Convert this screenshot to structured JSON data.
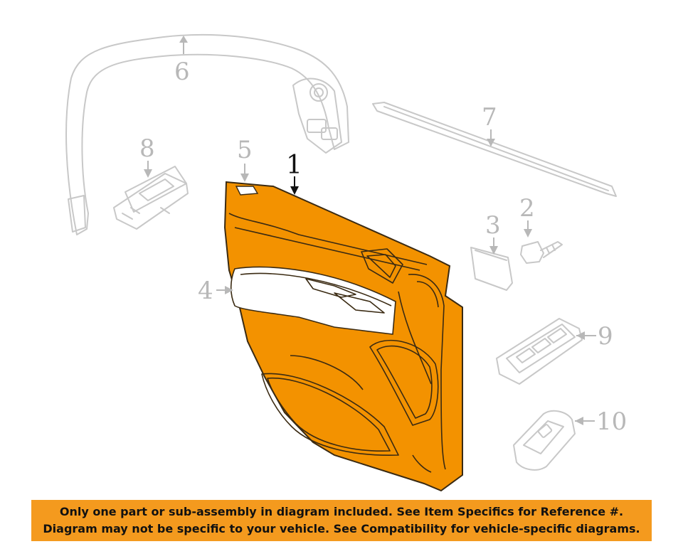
{
  "callouts": {
    "c1": "1",
    "c2": "2",
    "c3": "3",
    "c4": "4",
    "c5": "5",
    "c6": "6",
    "c7": "7",
    "c8": "8",
    "c9": "9",
    "c10": "10"
  },
  "banner": {
    "line1": "Only one part or sub-assembly in diagram included. See Item Specifics for Reference #.",
    "line2": "Diagram may not be specific to your vehicle. See Compatibility for vehicle-specific diagrams."
  },
  "colors": {
    "highlight": "#f39200",
    "banner": "#f49a1e",
    "ghost_outline": "#c8c8c8"
  }
}
